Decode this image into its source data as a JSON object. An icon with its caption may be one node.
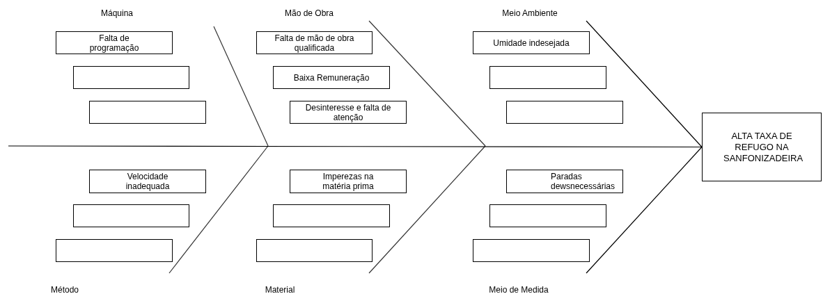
{
  "diagram": {
    "nodes": [
      {
        "text": [
          "Falta de programação"
        ]
      },
      {
        "text": [
          "Falta de mão de obra qualificada"
        ]
      },
      {
        "text": [
          "Umidade indesejada"
        ]
      },
      {
        "text": [],
        "shape": "box"
      },
      {
        "text": [
          "Baixa Remuneração"
        ]
      },
      {
        "text": [],
        "shape": "box"
      },
      {
        "text": [],
        "shape": "box"
      },
      {
        "text": [
          "Desinteresse e falta de atenção"
        ]
      },
      {
        "text": [],
        "shape": "box"
      },
      {
        "text": [
          "ALTA TAXA DE REFUGO NA SANFONIZADEIRA"
        ]
      },
      {
        "text": [
          "Velocidade inadequada"
        ]
      },
      {
        "text": [
          "Imperezas na matéria prima"
        ]
      },
      {
        "text": [
          "Paradas dewsnecessárias"
        ]
      },
      {
        "text": [],
        "shape": "box"
      },
      {
        "text": [],
        "shape": "box"
      },
      {
        "text": [],
        "shape": "box"
      },
      {
        "text": [],
        "shape": "box"
      },
      {
        "text": [],
        "shape": "box"
      },
      {
        "text": [],
        "shape": "box"
      }
    ],
    "edges": [
      {
        "from": null,
        "to": 9,
        "arrow": "none"
      },
      {
        "from": null,
        "to": 9,
        "arrow": "none"
      },
      {
        "from": null,
        "to": 9,
        "arrow": "none"
      }
    ],
    "labels": [
      "Máquina",
      "Mão de Obra",
      "Meio Ambiente",
      "Método",
      "Material",
      "Meio de Medida"
    ]
  }
}
